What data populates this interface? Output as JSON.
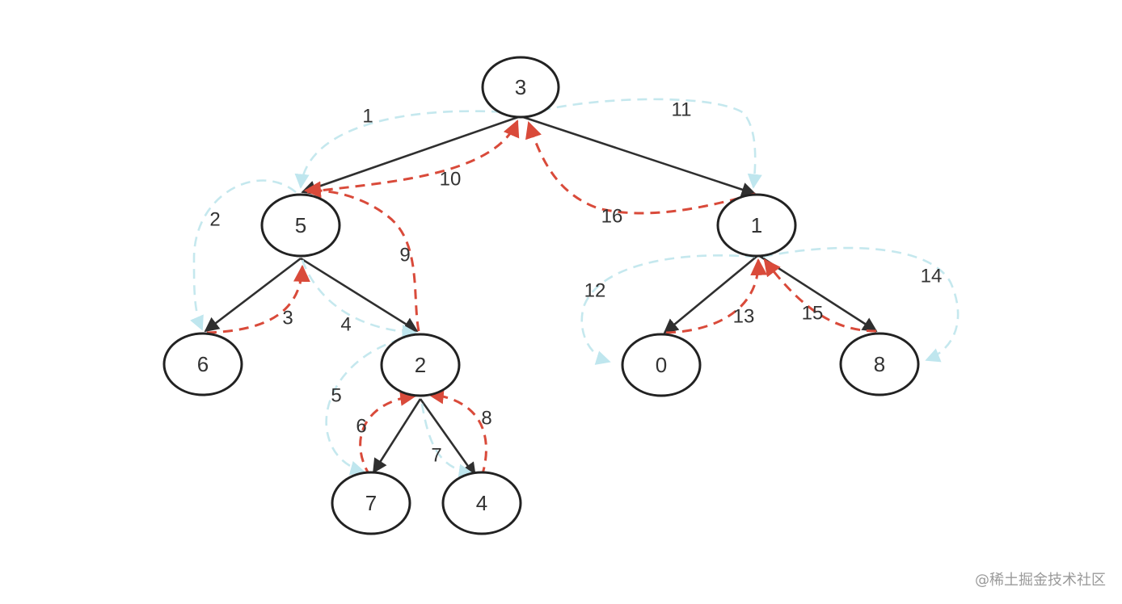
{
  "colors": {
    "tree_edge": "#2f2f2f",
    "visit_edge": "#c5e8ee",
    "return_edge": "#d94a3a",
    "node_stroke": "#222222",
    "text": "#333333"
  },
  "nodes": [
    {
      "id": "n3",
      "label": "3"
    },
    {
      "id": "n5",
      "label": "5"
    },
    {
      "id": "n1",
      "label": "1"
    },
    {
      "id": "n6",
      "label": "6"
    },
    {
      "id": "n2",
      "label": "2"
    },
    {
      "id": "n0",
      "label": "0"
    },
    {
      "id": "n8",
      "label": "8"
    },
    {
      "id": "n7",
      "label": "7"
    },
    {
      "id": "n4",
      "label": "4"
    }
  ],
  "tree_edges": [
    {
      "from": "3",
      "to": "5"
    },
    {
      "from": "3",
      "to": "1"
    },
    {
      "from": "5",
      "to": "6"
    },
    {
      "from": "5",
      "to": "2"
    },
    {
      "from": "2",
      "to": "7"
    },
    {
      "from": "2",
      "to": "4"
    },
    {
      "from": "1",
      "to": "0"
    },
    {
      "from": "1",
      "to": "8"
    }
  ],
  "traversal_steps": [
    {
      "step": "1",
      "from": "3",
      "to": "5",
      "kind": "visit"
    },
    {
      "step": "2",
      "from": "5",
      "to": "6",
      "kind": "visit"
    },
    {
      "step": "3",
      "from": "6",
      "to": "5",
      "kind": "return"
    },
    {
      "step": "4",
      "from": "5",
      "to": "2",
      "kind": "visit"
    },
    {
      "step": "5",
      "from": "2",
      "to": "7",
      "kind": "visit"
    },
    {
      "step": "6",
      "from": "7",
      "to": "2",
      "kind": "return"
    },
    {
      "step": "7",
      "from": "2",
      "to": "4",
      "kind": "visit"
    },
    {
      "step": "8",
      "from": "4",
      "to": "2",
      "kind": "return"
    },
    {
      "step": "9",
      "from": "2",
      "to": "5",
      "kind": "return"
    },
    {
      "step": "10",
      "from": "5",
      "to": "3",
      "kind": "return"
    },
    {
      "step": "11",
      "from": "3",
      "to": "1",
      "kind": "visit"
    },
    {
      "step": "12",
      "from": "1",
      "to": "0",
      "kind": "visit"
    },
    {
      "step": "13",
      "from": "0",
      "to": "1",
      "kind": "return"
    },
    {
      "step": "14",
      "from": "1",
      "to": "8",
      "kind": "visit"
    },
    {
      "step": "15",
      "from": "8",
      "to": "1",
      "kind": "return"
    },
    {
      "step": "16",
      "from": "1",
      "to": "3",
      "kind": "return"
    }
  ],
  "watermark": "@稀土掘金技术社区"
}
